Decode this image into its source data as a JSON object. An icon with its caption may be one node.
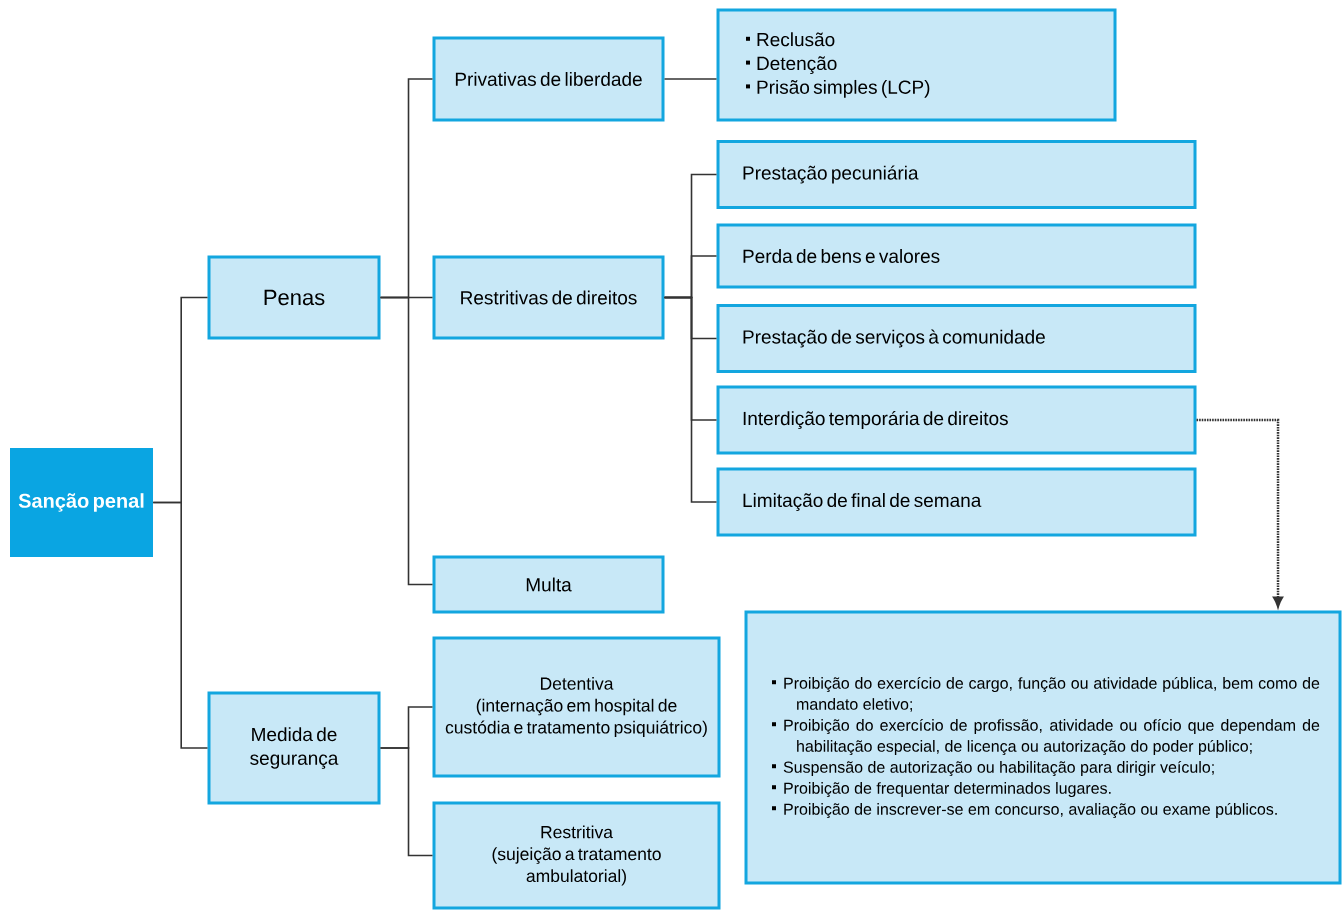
{
  "diagram": {
    "nodes": [
      {
        "text": [
          "Sanção penal"
        ]
      },
      {
        "text": [
          "Penas"
        ]
      },
      {
        "text": [
          "Privativas de liberdade"
        ]
      },
      {
        "text": [
          "Reclusão",
          "Detenção",
          "Prisão simples (LCP)"
        ]
      },
      {
        "text": [
          "Restritivas de direitos"
        ]
      },
      {
        "text": [
          "Prestação pecuniária"
        ]
      },
      {
        "text": [
          "Perda de bens e valores"
        ]
      },
      {
        "text": [
          "Prestação de serviços à comunidade"
        ]
      },
      {
        "text": [
          "Interdição temporária de direitos"
        ]
      },
      {
        "text": [
          "Limitação de final de semana"
        ]
      },
      {
        "text": [
          "Multa"
        ]
      },
      {
        "text": [
          "Proibição do exercício de cargo, função ou atividade pública, bem como de mandato eletivo;",
          "Proibição do exercício de profissão, atividade ou ofício que dependam de habilitação especial, de licença ou autorização do poder público;",
          "Suspensão de autorização ou habilitação para dirigir veículo;",
          "Proibição de frequentar determinados lugares.",
          "Proibição de inscrever-se em concurso, avaliação ou exame públicos."
        ]
      },
      {
        "text": [
          "Medida de segurança"
        ]
      },
      {
        "text": [
          "Detentiva",
          "(internação em hospital de custódia e tratamento psiquiátrico)"
        ]
      },
      {
        "text": [
          "Restritiva",
          "(sujeição a tratamento ambulatorial)"
        ]
      }
    ],
    "edges": [
      {
        "from": 0,
        "to": 1,
        "arrow": "none"
      },
      {
        "from": 0,
        "to": 12,
        "arrow": "none"
      },
      {
        "from": 1,
        "to": 2,
        "arrow": "none"
      },
      {
        "from": 1,
        "to": 4,
        "arrow": "none"
      },
      {
        "from": 1,
        "to": 10,
        "arrow": "none"
      },
      {
        "from": 2,
        "to": 3,
        "arrow": "none"
      },
      {
        "from": 4,
        "to": 5,
        "arrow": "none"
      },
      {
        "from": 4,
        "to": 6,
        "arrow": "none"
      },
      {
        "from": 4,
        "to": 7,
        "arrow": "none"
      },
      {
        "from": 4,
        "to": 8,
        "arrow": "none"
      },
      {
        "from": 4,
        "to": 9,
        "arrow": "none"
      },
      {
        "from": 8,
        "to": 11,
        "arrow": "to",
        "style": "dashed"
      },
      {
        "from": 12,
        "to": 13,
        "arrow": "none"
      },
      {
        "from": 12,
        "to": 14,
        "arrow": "none"
      }
    ]
  }
}
